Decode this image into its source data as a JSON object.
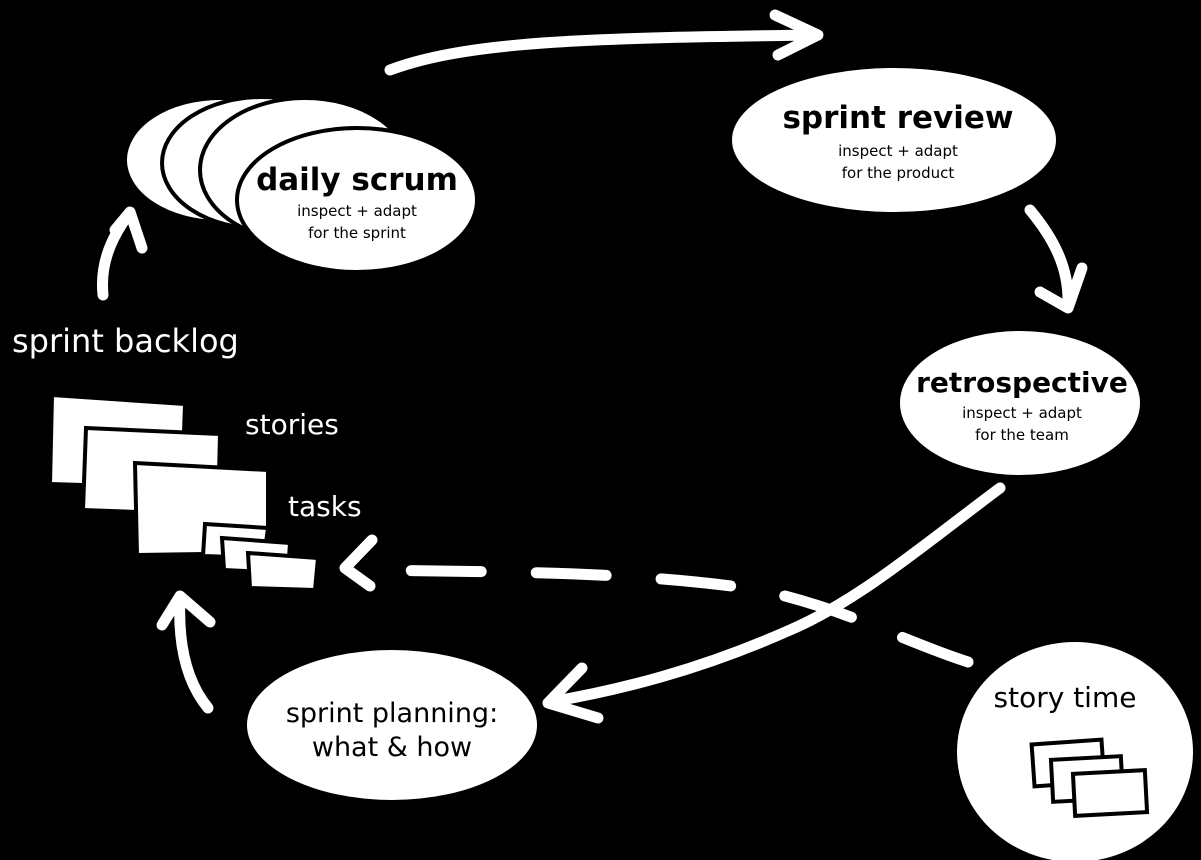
{
  "daily_scrum": {
    "title": "daily scrum",
    "line1": "inspect + adapt",
    "line2": "for the sprint"
  },
  "sprint_review": {
    "title": "sprint review",
    "line1": "inspect + adapt",
    "line2": "for the product"
  },
  "retrospective": {
    "title": "retrospective",
    "line1": "inspect + adapt",
    "line2": "for the team"
  },
  "sprint_planning": {
    "line1": "sprint planning:",
    "line2": "what & how"
  },
  "story_time": {
    "title": "story time"
  },
  "sprint_backlog": {
    "title": "sprint backlog",
    "stories": "stories",
    "tasks": "tasks"
  },
  "colors": {
    "background": "#000000",
    "foreground": "#ffffff"
  }
}
